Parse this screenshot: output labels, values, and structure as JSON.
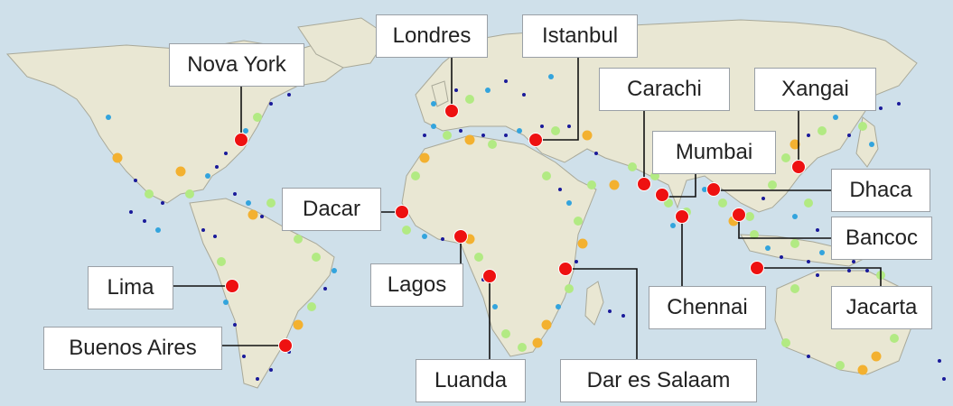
{
  "map": {
    "colors": {
      "ocean": "#cfe0ea",
      "land": "#e9e7d3",
      "border": "#a9a999",
      "major_city": "#ee1111",
      "orange_dot": "#f3b130",
      "green_dot": "#b2ea83",
      "cyan_dot": "#33a4dd",
      "navy_dot": "#1a1a9a",
      "leader_line": "#111111"
    },
    "cities": [
      {
        "name": "Nova York"
      },
      {
        "name": "Londres"
      },
      {
        "name": "Istanbul"
      },
      {
        "name": "Carachi"
      },
      {
        "name": "Xangai"
      },
      {
        "name": "Mumbai"
      },
      {
        "name": "Dhaca"
      },
      {
        "name": "Dacar"
      },
      {
        "name": "Bancoc"
      },
      {
        "name": "Lima"
      },
      {
        "name": "Lagos"
      },
      {
        "name": "Chennai"
      },
      {
        "name": "Jacarta"
      },
      {
        "name": "Buenos Aires"
      },
      {
        "name": "Luanda"
      },
      {
        "name": "Dar es Salaam"
      }
    ]
  }
}
